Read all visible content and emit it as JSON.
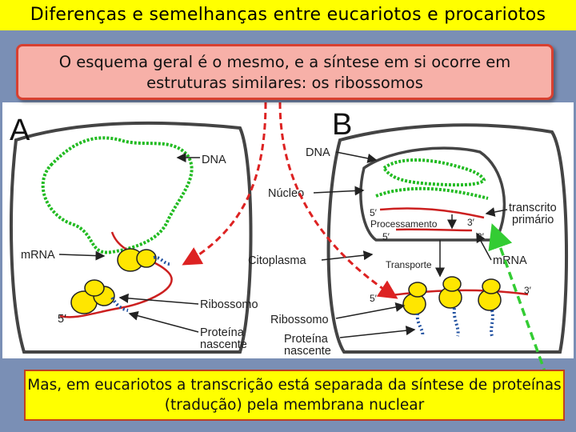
{
  "title": "Diferenças e semelhanças entre eucariotos e procariotos",
  "note_top": "O esquema geral é o mesmo, e a síntese em si ocorre em estruturas similares: os ribossomos",
  "note_bottom": "Mas, em eucariotos a transcrição está separada da síntese de proteínas (tradução) pela membrana nuclear",
  "panel_a": {
    "letter": "A",
    "labels": {
      "dna": "DNA",
      "mrna": "mRNA",
      "ribossomo": "Ribossomo",
      "five_prime": "5′",
      "proteina_1": "Proteína",
      "proteina_2": "nascente"
    }
  },
  "panel_b": {
    "letter": "B",
    "labels": {
      "dna": "DNA",
      "nucleo": "Núcleo",
      "citoplasma": "Citoplasma",
      "transcrito_1": "transcrito",
      "transcrito_2": "primário",
      "processamento": "Processamento",
      "transporte": "Transporte",
      "mrna": "mRNA",
      "ribossomo": "Ribossomo",
      "proteina_1": "Proteína",
      "proteina_2": "nascente",
      "five_prime_a": "5′",
      "three_prime_a": "3′",
      "five_prime_b": "5′",
      "three_prime_b": "3′",
      "five_prime_c": "5′",
      "three_prime_c": "3′"
    }
  },
  "colors": {
    "title_bg": "#ffff00",
    "note_top_bg": "#f7b0a8",
    "note_top_border": "#d84030",
    "note_bottom_bg": "#ffff00",
    "dna": "#22bb22",
    "mrna": "#cc2020",
    "ribosome": "#ffe600",
    "protein": "#2050a0",
    "dashed_red": "#dd2222",
    "dashed_green": "#33cc33"
  }
}
